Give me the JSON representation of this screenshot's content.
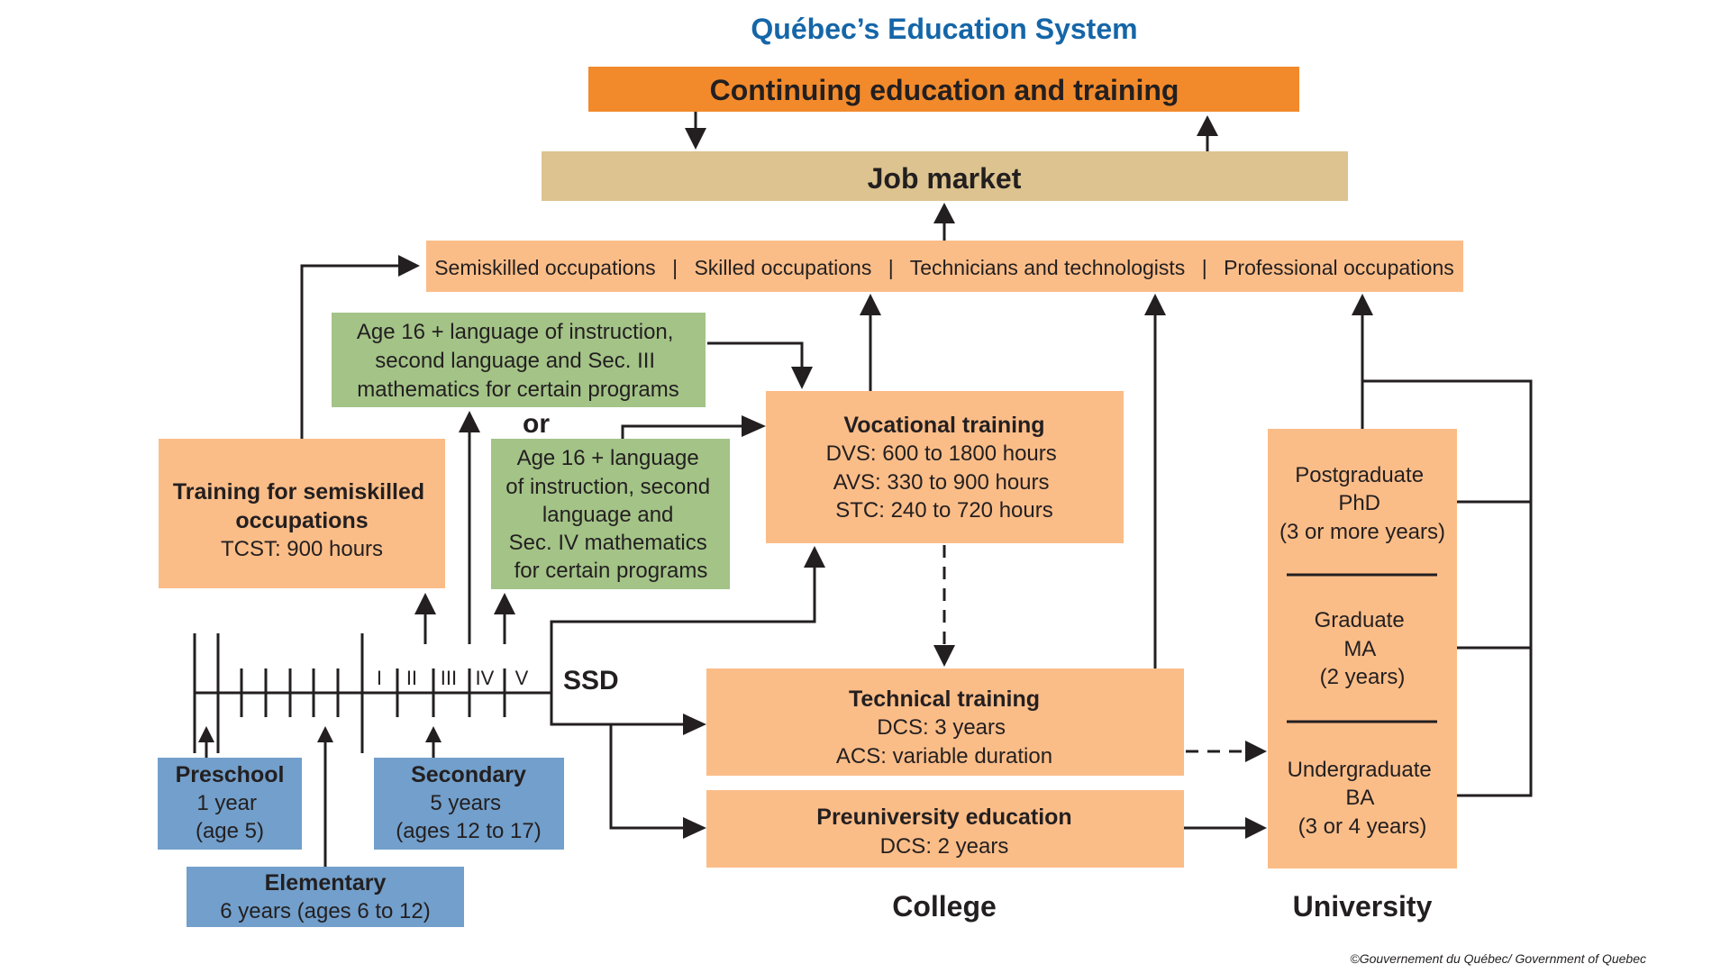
{
  "title": "Québec’s Education System",
  "continuing_education": "Continuing education and training",
  "job_market": "Job market",
  "occupations": {
    "items": [
      "Semiskilled occupations",
      "Skilled occupations",
      "Technicians and technologists",
      "Professional occupations"
    ],
    "separator": "|"
  },
  "green_sec3": {
    "lines": [
      "Age 16 + language of instruction,",
      "second language and Sec. III",
      "mathematics for certain programs"
    ]
  },
  "or_label": "or",
  "green_sec4": {
    "lines": [
      "Age 16 + language",
      "of instruction, second",
      "language and",
      "Sec. IV mathematics",
      "for certain programs"
    ]
  },
  "semiskilled_training": {
    "title_lines": [
      "Training for semiskilled",
      "occupations"
    ],
    "detail": "TCST: 900 hours"
  },
  "vocational_training": {
    "title": "Vocational training",
    "lines": [
      "DVS: 600 to 1800 hours",
      "AVS: 330 to 900 hours",
      "STC: 240 to 720 hours"
    ]
  },
  "technical_training": {
    "title": "Technical training",
    "lines": [
      "DCS: 3 years",
      "ACS: variable duration"
    ]
  },
  "preuniversity": {
    "title": "Preuniversity education",
    "lines": [
      "DCS: 2 years"
    ]
  },
  "university_levels": [
    {
      "lines": [
        "Postgraduate",
        "PhD",
        "(3 or more years)"
      ]
    },
    {
      "lines": [
        "Graduate",
        "MA",
        "(2 years)"
      ]
    },
    {
      "lines": [
        "Undergraduate",
        "BA",
        "(3 or 4 years)"
      ]
    }
  ],
  "timeline": {
    "secondary_years": [
      "I",
      "II",
      "III",
      "IV",
      "V"
    ],
    "end_label": "SSD"
  },
  "preschool": {
    "title": "Preschool",
    "lines": [
      "1 year",
      "(age 5)"
    ]
  },
  "elementary": {
    "title": "Elementary",
    "lines": [
      "6 years (ages 6 to 12)"
    ]
  },
  "secondary": {
    "title": "Secondary",
    "lines": [
      "5 years",
      "(ages 12 to 17)"
    ]
  },
  "column_labels": {
    "college": "College",
    "university": "University"
  },
  "copyright": "©Gouvernement du Québec/ Government of Quebec",
  "colors": {
    "title_blue": "#1566a8",
    "continuing_orange": "#f28a2b",
    "job_market_tan": "#dcc38f",
    "box_peach": "#fbbd88",
    "box_green": "#a3c387",
    "box_blue": "#729fcb",
    "line_dark": "#231f20"
  }
}
